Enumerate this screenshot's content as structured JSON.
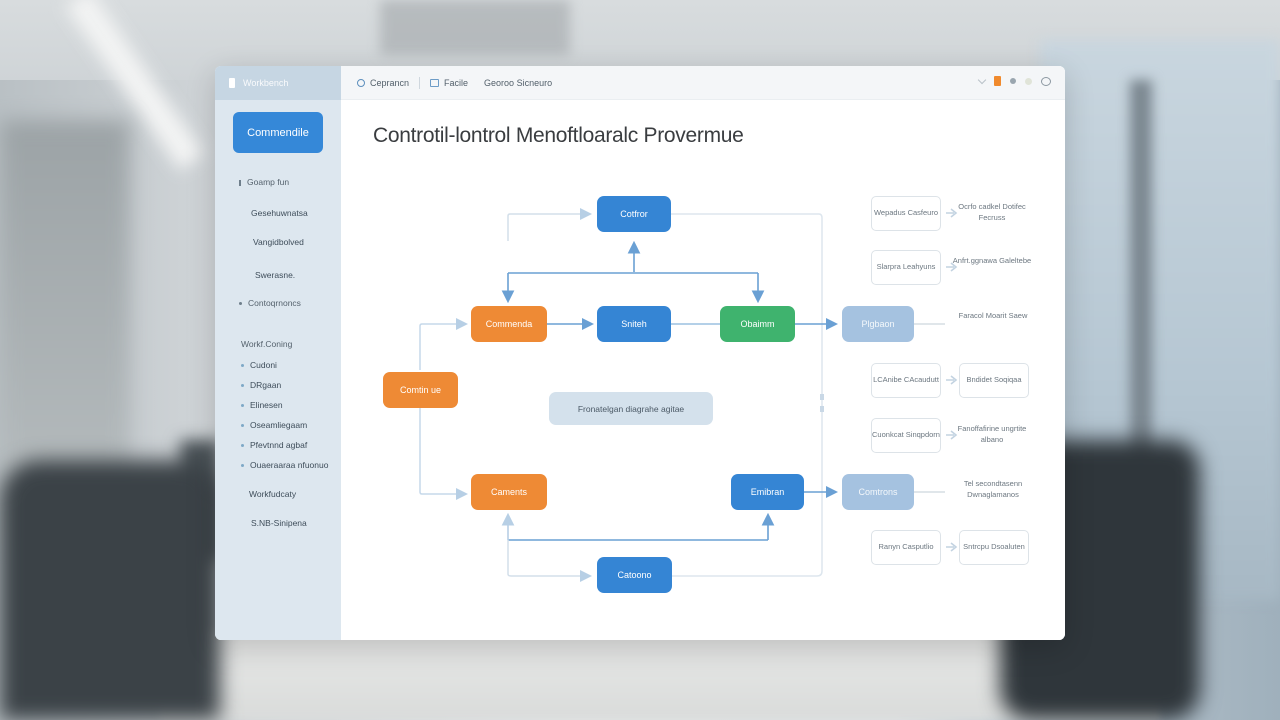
{
  "sidebar": {
    "brand": "Workbench",
    "primary_button": "Commendile",
    "items": [
      {
        "label": "Goamp fun",
        "type": "section"
      },
      {
        "label": "Gesehuwnatsa",
        "type": "item"
      },
      {
        "label": "Vangidbolved",
        "type": "item"
      },
      {
        "label": "Swerasne.",
        "type": "item"
      },
      {
        "label": "Contoqrnoncs",
        "type": "section"
      }
    ],
    "subsection_title": "Workf.Coning",
    "subitems": [
      {
        "label": "Cudoni"
      },
      {
        "label": "DRgaan"
      },
      {
        "label": "Elinesen"
      },
      {
        "label": "Oseamliegaam"
      },
      {
        "label": "Pfevtnnd agbaf"
      },
      {
        "label": "Ouaeraaraa nfuonuo"
      }
    ],
    "footer_items": [
      {
        "label": "Workfudcaty"
      },
      {
        "label": "S.NB-Sinipena"
      }
    ]
  },
  "topbar": {
    "tabs": [
      {
        "label": "Ceprancn",
        "icon": "search-icon"
      },
      {
        "label": "Facile",
        "icon": "sheet-icon"
      },
      {
        "label": "Georoo Sicneuro",
        "icon": ""
      }
    ],
    "right_icons": [
      "chevron-icon",
      "bookmark-icon",
      "status-dot-icon",
      "avatar-icon",
      "chat-icon"
    ]
  },
  "page": {
    "title": "Controtil-lontrol Menoftloaralc Provermue"
  },
  "diagram": {
    "nodes": {
      "top": "Cotfror",
      "mid_left": "Commenda",
      "mid_center": "Sniteh",
      "mid_right": "Obaimm",
      "mid_output": "Plgbaon",
      "left": "Comtin ue",
      "note": "Fronatelgan diagrahe agitae",
      "bottom_left": "Caments",
      "bottom_right": "Emibran",
      "bottom_output": "Comtrons",
      "bottom": "Catoono"
    },
    "side_rows": [
      {
        "box": "Wepadus Casfeuro",
        "text": "Ocrfo cadkel Dotifec Fecruss"
      },
      {
        "box": "Slarpra Leahyuns",
        "text": "Anfrt.ggnawa Galeltebe"
      },
      {
        "box": "",
        "text": "Faracol Moarit Saew"
      },
      {
        "box": "LCAnibe CAcaudutt",
        "box2": "Bndidet Soqiqaa"
      },
      {
        "box": "Cuonkcat Sinqpdorn",
        "text": "Fanoffafirine ungrtite albano"
      },
      {
        "box": "",
        "text": "Tel secondtasenn Dwnaglamanos"
      },
      {
        "box": "Ranyn Casputlio",
        "box2": "Sntrcpu Dsoaluten"
      }
    ]
  },
  "colors": {
    "accent_blue": "#3585d4",
    "orange": "#ee8a35",
    "green": "#3fb36e",
    "pale_blue": "#a5c2e0",
    "connector": "#7aa9d6"
  }
}
